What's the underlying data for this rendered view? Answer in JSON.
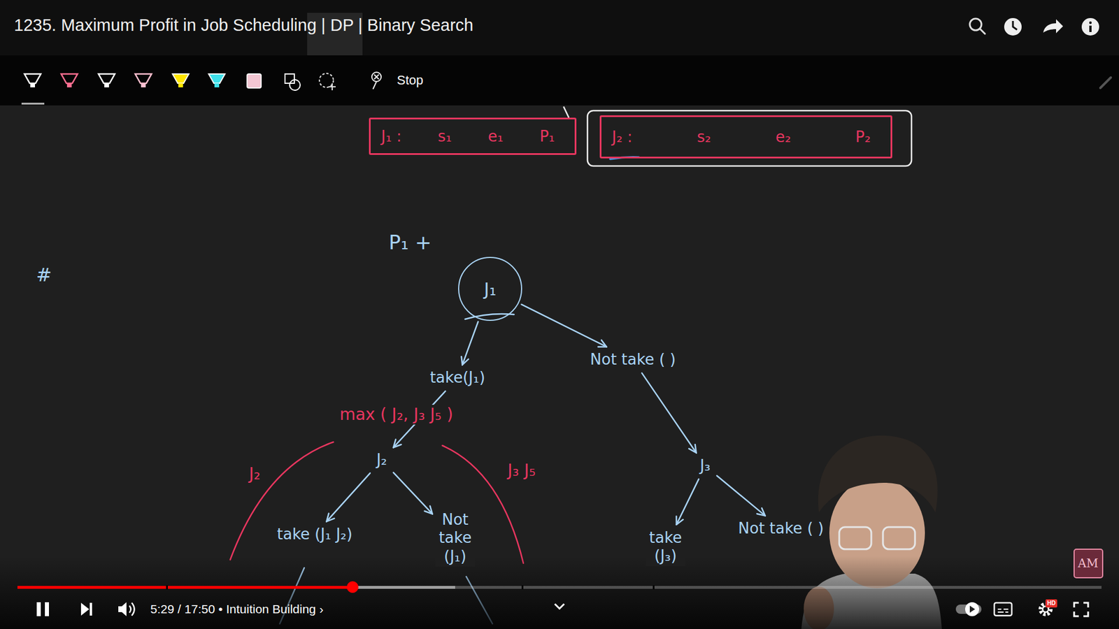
{
  "diagram": {
    "title": "1235. Maximum Profit in Job Scheduling | DP | Binary Search",
    "nodes": [
      {
        "text": [
          "J₁ :",
          "s₁",
          "e₁",
          "P₁"
        ]
      },
      {
        "text": [
          "J₂ :",
          "s₂",
          "e₂",
          "P₂"
        ]
      },
      {
        "text": [
          "J₁"
        ]
      },
      {
        "text": [
          "take(J₁)"
        ]
      },
      {
        "text": [
          "Not take ( )"
        ]
      },
      {
        "text": [
          "J₂"
        ]
      },
      {
        "text": [
          "take (J₁ J₂)"
        ]
      },
      {
        "text": [
          "Not take (J₁)"
        ]
      },
      {
        "text": [
          "J₃"
        ]
      },
      {
        "text": [
          "take (J₃)"
        ]
      },
      {
        "text": [
          "Not take ( )"
        ]
      }
    ],
    "edges": [
      {
        "from": 2,
        "to": 3,
        "arrow": "to"
      },
      {
        "from": 2,
        "to": 4,
        "arrow": "to"
      },
      {
        "from": 3,
        "to": 5,
        "arrow": "to"
      },
      {
        "from": 5,
        "to": 6,
        "arrow": "to"
      },
      {
        "from": 5,
        "to": 7,
        "arrow": "to"
      },
      {
        "from": 4,
        "to": 8,
        "arrow": "to"
      },
      {
        "from": 8,
        "to": 9,
        "arrow": "to"
      },
      {
        "from": 8,
        "to": 10,
        "arrow": "to"
      }
    ],
    "labels": [
      "Stop",
      "P₁ +",
      "#",
      "max ( J₂, J₃ J₅ )",
      "J₂",
      "J₃ J₅",
      "5:29 / 17:50 • Intuition Building ›",
      "HD",
      "AM"
    ]
  }
}
